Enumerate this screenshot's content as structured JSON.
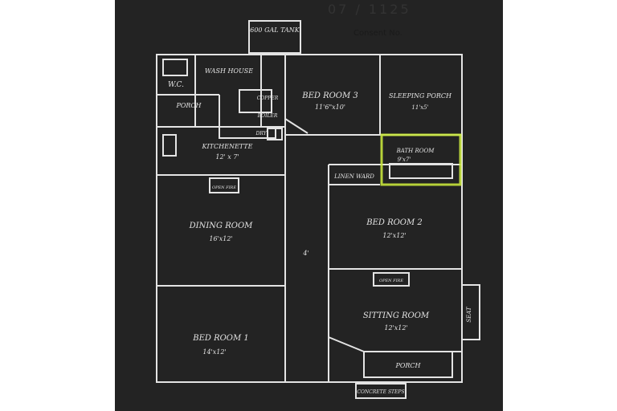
{
  "header": {
    "ref_number": "07 / 1125",
    "consent_label": "Consent No."
  },
  "colors": {
    "paper": "#232323",
    "line": "#e4e4e4",
    "highlight": "#c8e63c"
  },
  "rooms": {
    "tank": "600 GAL TANK",
    "wash_house": "WASH HOUSE",
    "wc": "W.C.",
    "porch_small": "PORCH",
    "copper": "COPPER",
    "boiler": "BOILER",
    "bedroom3": "BED ROOM 3",
    "bedroom3_size": "11'6\"x10'",
    "sleeping_porch": "SLEEPING PORCH",
    "sleeping_porch_size": "11'x5'",
    "bathroom": "BATH ROOM",
    "bathroom_size": "9'x7'",
    "kitchenette": "KITCHENETTE",
    "kitchenette_size": "12' x 7'",
    "dry": "DRY",
    "linen_ward": "LINEN WARD",
    "dining_room": "DINING ROOM",
    "dining_room_size": "16'x12'",
    "open_fire_1": "OPEN FIRE",
    "bedroom2": "BED ROOM 2",
    "bedroom2_size": "12'x12'",
    "open_fire_2": "OPEN FIRE",
    "sitting_room": "SITTING ROOM",
    "sitting_room_size": "12'x12'",
    "bedroom1": "BED ROOM 1",
    "bedroom1_size": "14'x12'",
    "porch": "PORCH",
    "steps": "CONCRETE STEPS",
    "seat": "SEAT",
    "hall_width": "4'"
  }
}
